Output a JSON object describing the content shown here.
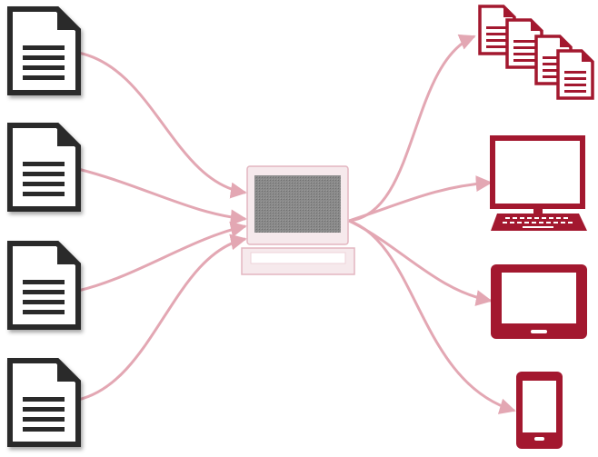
{
  "diagram": {
    "description_text": "",
    "sources": [
      {
        "kind": "document",
        "icon": "document-icon"
      },
      {
        "kind": "document",
        "icon": "document-icon"
      },
      {
        "kind": "document",
        "icon": "document-icon"
      },
      {
        "kind": "document",
        "icon": "document-icon"
      }
    ],
    "hub": {
      "kind": "laptop",
      "icon": "laptop-icon"
    },
    "outputs": [
      {
        "kind": "multiple-documents",
        "icon": "stacked-documents-icon"
      },
      {
        "kind": "laptop",
        "icon": "laptop-icon"
      },
      {
        "kind": "tablet",
        "icon": "tablet-icon"
      },
      {
        "kind": "phone",
        "icon": "smartphone-icon"
      }
    ]
  },
  "colors": {
    "document": "#2b2b2b",
    "document_shadow": "#bdbdbd",
    "arrow": "#e3a7b3",
    "device": "#a3182f",
    "hub_frame": "#f6e9ec",
    "hub_border": "#e3b6c0",
    "hub_screen": "#7a7a7a",
    "background": "#ffffff"
  }
}
